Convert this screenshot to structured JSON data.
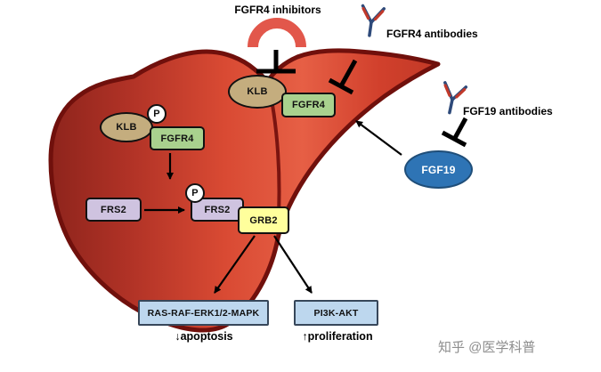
{
  "diagram": {
    "labels": {
      "fgfr4_inhibitors": "FGFR4 inhibitors",
      "fgfr4_antibodies": "FGFR4 antibodies",
      "fgf19_antibodies": "FGF19 antibodies",
      "apoptosis": "↓apoptosis",
      "proliferation": "↑proliferation"
    },
    "nodes": {
      "klb_surface": "KLB",
      "fgfr4_surface": "FGFR4",
      "klb_internal": "KLB",
      "fgfr4_internal": "FGFR4",
      "phospho_1": "P",
      "phospho_2": "P",
      "frs2_inactive": "FRS2",
      "frs2_active": "FRS2",
      "grb2": "GRB2",
      "fgf19": "FGF19",
      "mapk_cascade": "RAS-RAF-ERK1/2-MAPK",
      "pi3k_cascade": "PI3K-AKT"
    },
    "watermark": "知乎 @医学科普",
    "colors": {
      "liver_dark": "#8e241c",
      "liver_mid": "#d94a33",
      "liver_bright": "#e65f45",
      "liver_outline": "#70100c",
      "inhibitor_arc": "#e2574b",
      "klb_fill": "#c4ad7e",
      "fgfr4_fill": "#a9d18e",
      "frs2_fill": "#cfc3e0",
      "grb2_fill": "#ffff9c",
      "fgf19_fill": "#2e74b5",
      "pathway_fill": "#bdd7ee",
      "antibody_blue": "#2e4a7a",
      "antibody_red": "#c0392b",
      "inhibition_bar": "#000000"
    }
  }
}
